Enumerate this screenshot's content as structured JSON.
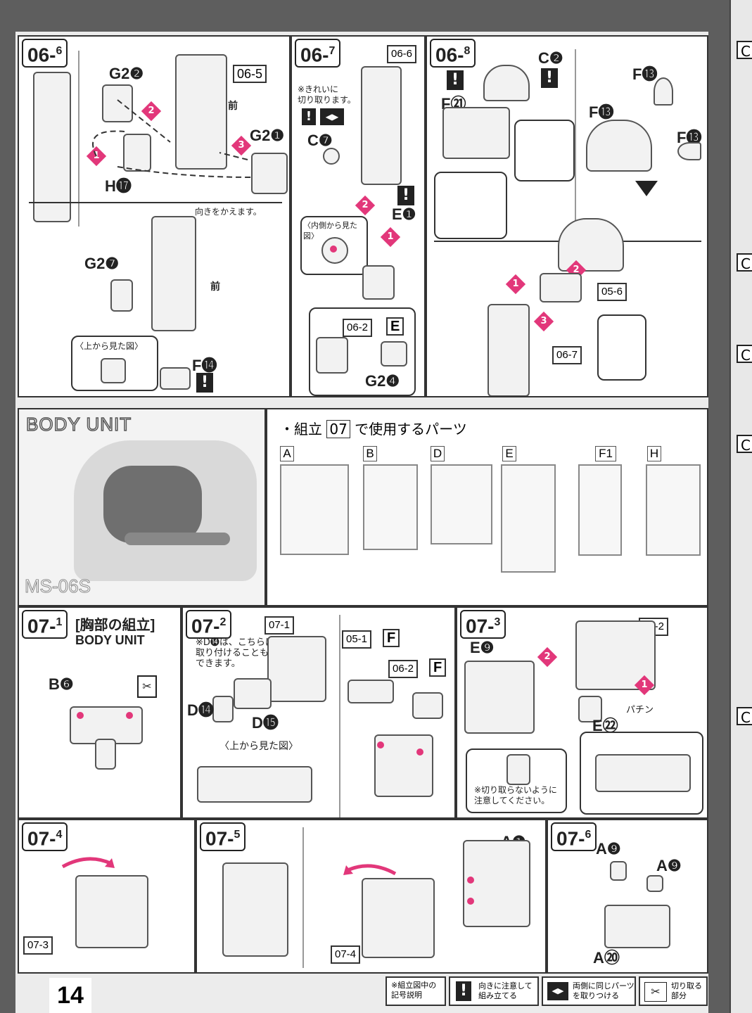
{
  "page_number": "14",
  "steps": {
    "s06_6": {
      "base": "06",
      "sub": "6",
      "ref": "06-5",
      "labels": [
        "G2❷",
        "G2❶",
        "H⓱",
        "G2❼",
        "F⓮"
      ],
      "front": "前",
      "note_turn": "向きをかえます。",
      "top_view": "〈上から見た図〉"
    },
    "s06_7": {
      "base": "06",
      "sub": "7",
      "ref": "06-6",
      "labels": [
        "C❼",
        "E❶",
        "G2❹"
      ],
      "note_clean": "※きれいに\n切り取ります。",
      "inside_view": "〈内側から見た図〉",
      "ref_sub": "06-2",
      "ref_letter": "E"
    },
    "s06_8": {
      "base": "06",
      "sub": "8",
      "labels": [
        "C❷",
        "F㉑",
        "F⓭",
        "F⓭",
        "F⓭"
      ],
      "ref_a": "05-6",
      "ref_b": "06-7"
    },
    "s07_1": {
      "base": "07",
      "sub": "1",
      "title": "[胸部の組立]",
      "subtitle": "BODY UNIT",
      "labels": [
        "B❻"
      ]
    },
    "s07_2": {
      "base": "07",
      "sub": "2",
      "ref": "07-1",
      "note": "※D⓮は、こちらに\n取り付けることも\nできます。",
      "labels": [
        "D⓮",
        "D⓯"
      ],
      "top_view": "〈上から見た図〉",
      "ref_a": "05-1",
      "ref_a_letter": "F",
      "ref_b": "06-2",
      "ref_b_letter": "F"
    },
    "s07_3": {
      "base": "07",
      "sub": "3",
      "ref": "07-2",
      "labels": [
        "E❾",
        "E㉒"
      ],
      "snap": "パチン",
      "caution": "※切り取らないように\n注意してください。"
    },
    "s07_4": {
      "base": "07",
      "sub": "4",
      "ref": "07-3"
    },
    "s07_5": {
      "base": "07",
      "sub": "5",
      "ref": "07-4",
      "labels": [
        "A❶"
      ]
    },
    "s07_6": {
      "base": "07",
      "sub": "6",
      "labels": [
        "A❾",
        "A❾",
        "A⑳"
      ]
    }
  },
  "body_unit": {
    "title": "BODY UNIT",
    "model_text": "MS-06S"
  },
  "parts_list": {
    "heading_prefix": "・組立",
    "heading_num": "07",
    "heading_suffix": "で使用するパーツ",
    "runners": [
      "A",
      "B",
      "D",
      "E",
      "F1",
      "H"
    ]
  },
  "legend": {
    "title": "※組立図中の\n記号説明",
    "item1": "向きに注意して\n組み立てる",
    "item2": "両側に同じパーツ\nを取りつける",
    "item3": "切り取る\n部分"
  },
  "right_page_tabs": [
    "C",
    "C",
    "C",
    "C",
    "C"
  ],
  "colors": {
    "accent": "#e2377a",
    "line": "#333333",
    "bg": "#5e5e5e"
  }
}
